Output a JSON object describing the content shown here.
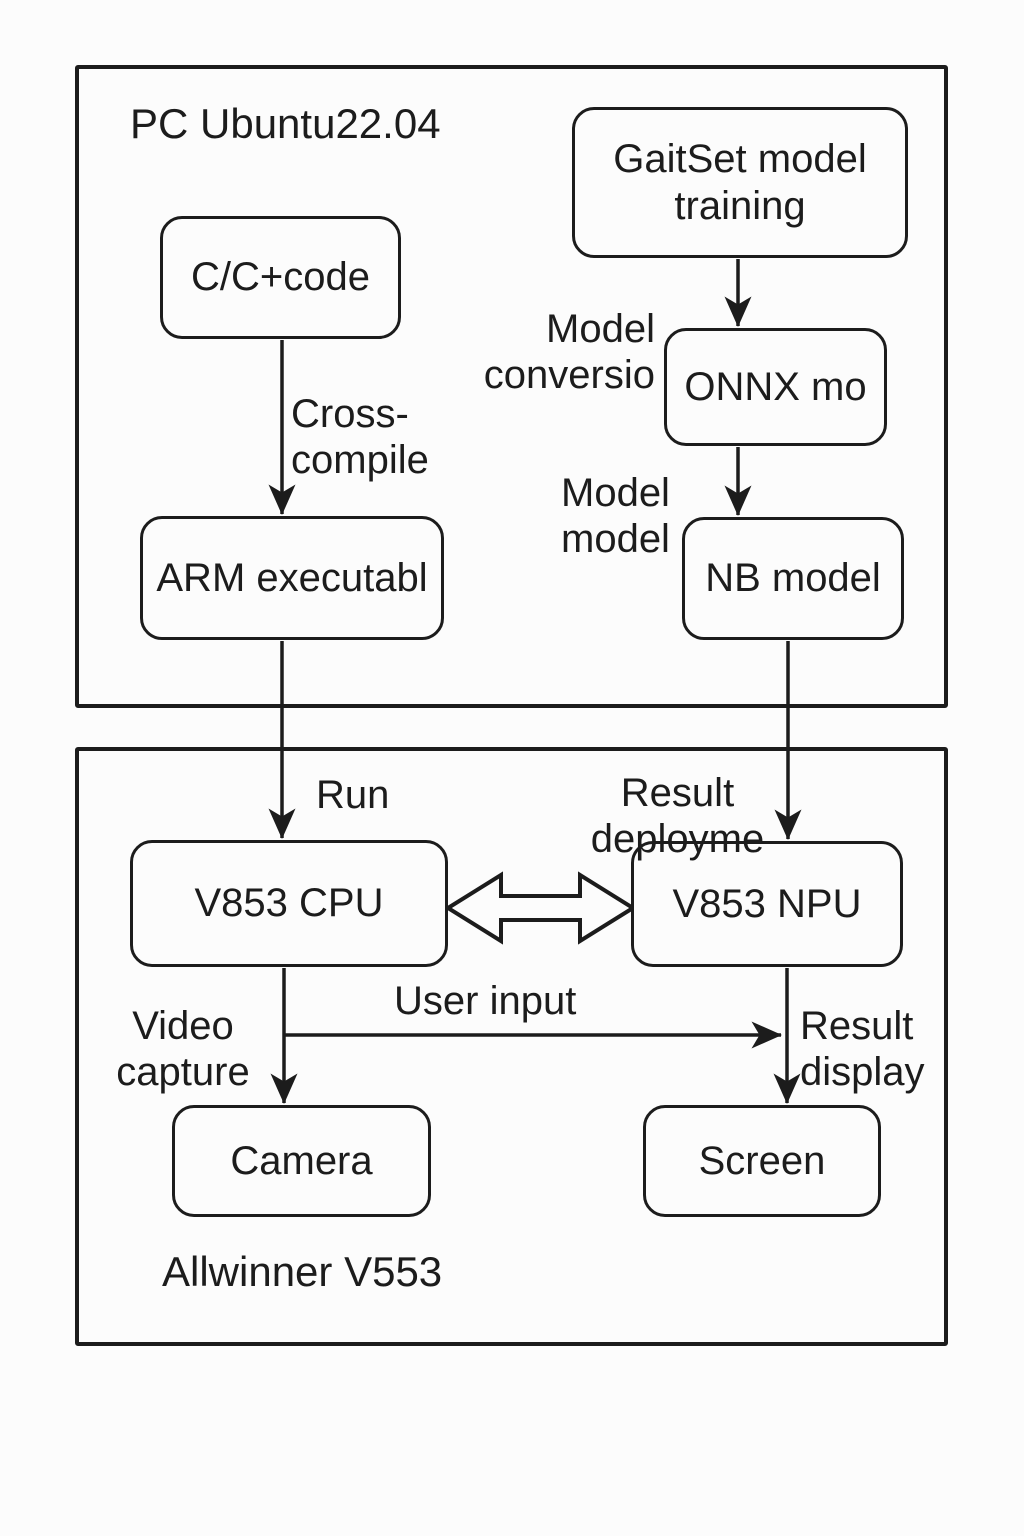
{
  "colors": {
    "ink": "#1c1c1c",
    "background": "#fcfcfc"
  },
  "diagram": {
    "containers": [
      {
        "id": "pc",
        "label": "PC Ubuntu22.04"
      },
      {
        "id": "allwinner",
        "label": "Allwinner V553"
      }
    ],
    "nodes": [
      {
        "id": "c_code",
        "label": "C/C+code"
      },
      {
        "id": "gaitset",
        "label": "GaitSet model\ntraining"
      },
      {
        "id": "onnx",
        "label": "ONNX mo"
      },
      {
        "id": "nb",
        "label": "NB model"
      },
      {
        "id": "arm",
        "label": "ARM executabl"
      },
      {
        "id": "cpu",
        "label": "V853 CPU"
      },
      {
        "id": "npu",
        "label": "V853 NPU"
      },
      {
        "id": "camera",
        "label": "Camera"
      },
      {
        "id": "screen",
        "label": "Screen"
      }
    ],
    "edge_labels": [
      {
        "id": "cross_compile",
        "text": "Cross-\ncompile"
      },
      {
        "id": "model_conversion",
        "text": "Model\nconversio"
      },
      {
        "id": "model_model",
        "text": "Model\nmodel"
      },
      {
        "id": "run",
        "text": "Run"
      },
      {
        "id": "result_deployment",
        "text": "Result\ndeployme"
      },
      {
        "id": "user_input",
        "text": "User input"
      },
      {
        "id": "video_capture",
        "text": "Video\ncapture"
      },
      {
        "id": "result_display",
        "text": "Result\ndisplay"
      }
    ]
  }
}
